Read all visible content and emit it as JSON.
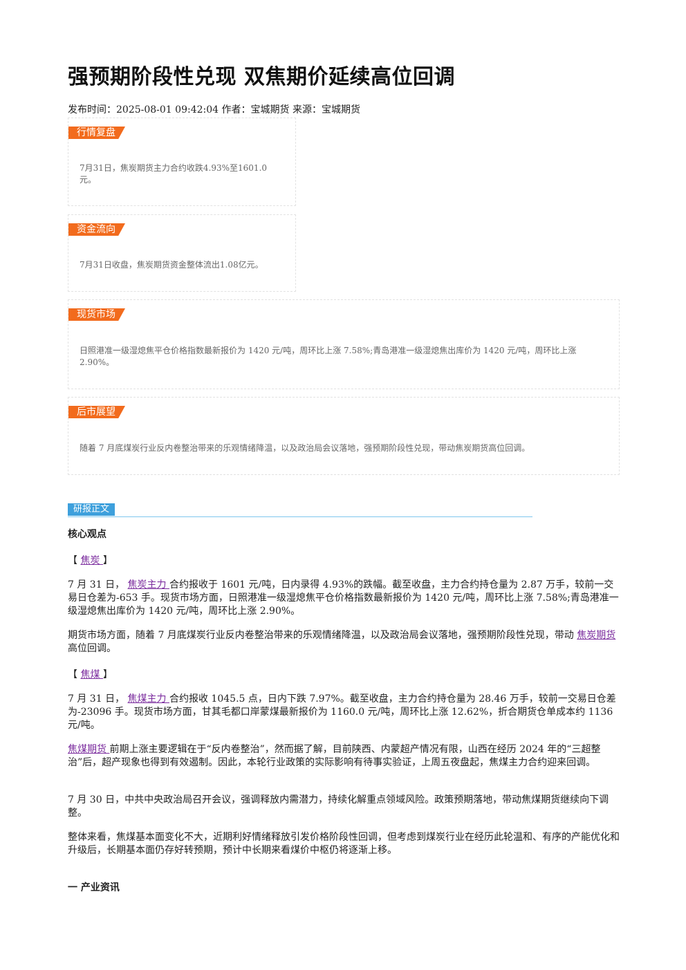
{
  "title": "强预期阶段性兑现 双焦期价延续高位回调",
  "meta": "发布时间：2025-08-01 09:42:04 作者：宝城期货 来源：宝城期货",
  "cards": [
    {
      "tag": "行情复盘",
      "text": "7月31日，焦炭期货主力合约收跌4.93%至1601.0元。"
    },
    {
      "tag": "资金流向",
      "text": "7月31日收盘，焦炭期货资金整体流出1.08亿元。"
    },
    {
      "tag": "现货市场",
      "text": "日照港准一级湿熄焦平仓价格指数最新报价为 1420 元/吨，周环比上涨 7.58%;青岛港准一级湿熄焦出库价为 1420 元/吨，周环比上涨 2.90%。"
    },
    {
      "tag": "后市展望",
      "text": "随着 7 月底煤炭行业反内卷整治带来的乐观情绪降温，以及政治局会议落地，强预期阶段性兑现，带动焦炭期货高位回调。"
    }
  ],
  "section_tag": "研报正文",
  "core_view": "核心观点",
  "coke": {
    "bracket_open": "【 ",
    "name": "焦炭 ",
    "bracket_close": "】",
    "p1_pre": "7 月 31 日， ",
    "p1_link": "焦炭主力 ",
    "p1_rest": "合约报收于 1601 元/吨，日内录得 4.93%的跌幅。截至收盘，主力合约持仓量为 2.87 万手，较前一交易日仓差为-653 手。现货市场方面，日照港准一级湿熄焦平仓价格指数最新报价为 1420 元/吨，周环比上涨 7.58%;青岛港准一级湿熄焦出库价为 1420 元/吨，周环比上涨 2.90%。",
    "p2_pre": "期货市场方面，随着 7 月底煤炭行业反内卷整治带来的乐观情绪降温，以及政治局会议落地，强预期阶段性兑现，带动 ",
    "p2_link": "焦炭期货 ",
    "p2_rest": "高位回调。"
  },
  "coal": {
    "bracket_open": "【 ",
    "name": "焦煤 ",
    "bracket_close": "】",
    "p1_pre": "7 月 31 日， ",
    "p1_link": "焦煤主力 ",
    "p1_rest": "合约报收 1045.5 点，日内下跌 7.97%。截至收盘，主力合约持仓量为 28.46 万手，较前一交易日仓差为-23096 手。现货市场方面，甘其毛都口岸蒙煤最新报价为 1160.0 元/吨，周环比上涨 12.62%，折合期货仓单成本约 1136 元/吨。",
    "p2_link": "焦煤期货 ",
    "p2_rest": "前期上涨主要逻辑在于“反内卷整治”，然而据了解，目前陕西、内蒙超产情况有限，山西在经历 2024 年的“三超整治”后，超产现象也得到有效遏制。因此，本轮行业政策的实际影响有待事实验证，上周五夜盘起，焦煤主力合约迎来回调。",
    "p3": "7 月 30 日，中共中央政治局召开会议，强调释放内需潜力，持续化解重点领域风险。政策预期落地，带动焦煤期货继续向下调整。",
    "p4": "整体来看，焦煤基本面变化不大，近期利好情绪释放引发价格阶段性回调，但考虑到煤炭行业在经历此轮温和、有序的产能优化和升级后，长期基本面仍存好转预期，预计中长期来看煤价中枢仍将逐渐上移。"
  },
  "industry_heading": "一 产业资讯"
}
